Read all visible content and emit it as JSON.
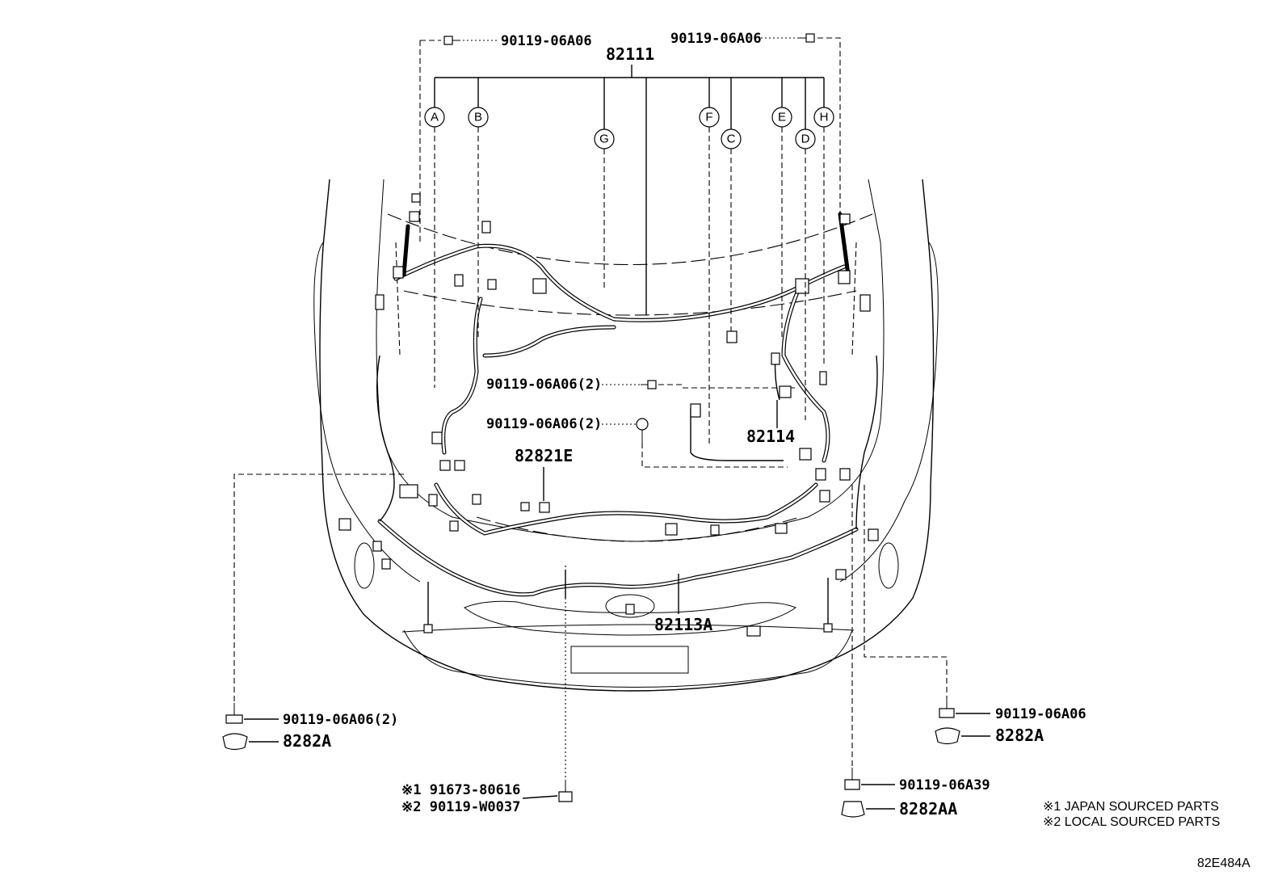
{
  "callouts": {
    "c_82111": "82111",
    "bolt_top_left": "90119-06A06",
    "bolt_top_right": "90119-06A06",
    "bolt_mid_1": "90119-06A06(2)",
    "bolt_mid_2": "90119-06A06(2)",
    "c_82114": "82114",
    "c_82821E": "82821E",
    "c_82113A": "82113A",
    "bolt_bottom_left": "90119-06A06(2)",
    "clip_bottom_left": "8282A",
    "bolt_bottom_right": "90119-06A06",
    "clip_bottom_right": "8282A",
    "bolt_bottom_right_2": "90119-06A39",
    "clip_bottom_right_2": "8282AA",
    "bolt_japan": "※1 91673-80616",
    "bolt_local": "※2 90119-W0037"
  },
  "letters": [
    "A",
    "B",
    "G",
    "F",
    "C",
    "E",
    "D",
    "H"
  ],
  "notes": {
    "japan": "※1 JAPAN SOURCED PARTS",
    "local": "※2 LOCAL SOURCED PARTS"
  },
  "diagram_id": "82E484A"
}
